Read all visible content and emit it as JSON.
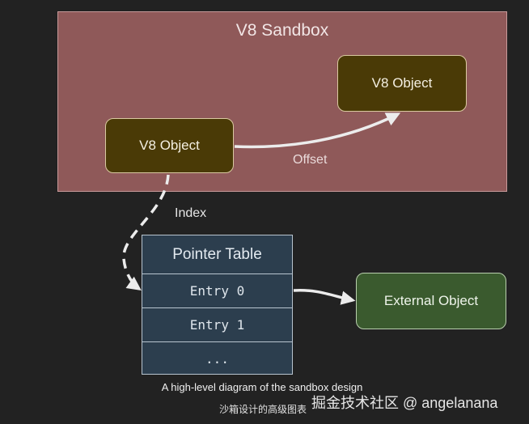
{
  "sandbox": {
    "title": "V8 Sandbox",
    "object_left": "V8 Object",
    "object_right": "V8 Object",
    "offset_label": "Offset"
  },
  "index_label": "Index",
  "pointer_table": {
    "title": "Pointer Table",
    "entries": [
      "Entry 0",
      "Entry 1",
      "..."
    ]
  },
  "external_object": "External Object",
  "caption": "A high-level diagram of the sandbox design",
  "caption_cn": "沙箱设计的高级图表",
  "watermark": "掘金技术社区 @ angelanana",
  "colors": {
    "background": "#222222",
    "sandbox": "#8f5959",
    "v8_object": "#4a3a06",
    "pointer_table": "#2c3e4e",
    "external_object": "#3a5a2e",
    "arrow": "#ececec"
  }
}
